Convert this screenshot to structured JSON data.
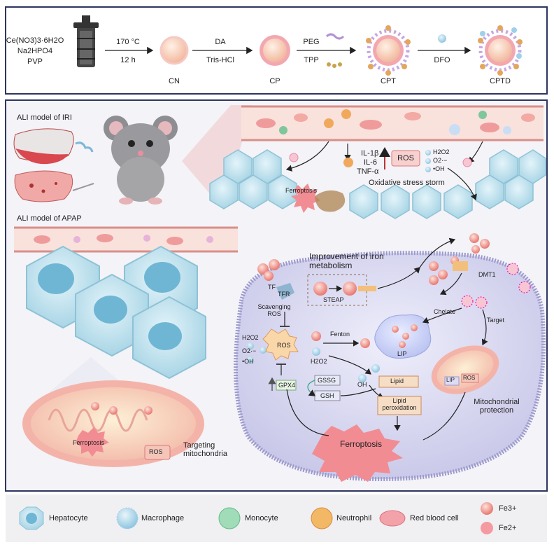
{
  "synthesis": {
    "reagents": [
      "Ce(NO3)3·6H2O",
      "Na2HPO4",
      "PVP"
    ],
    "step1_top": "170 °C",
    "step1_bottom": "12 h",
    "cn": "CN",
    "step2_top": "DA",
    "step2_bottom": "Tris-HCl",
    "cp": "CP",
    "step3_top": "PEG",
    "step3_bottom": "TPP",
    "cpt": "CPT",
    "step4_top": "DFO",
    "cptd": "CPTD"
  },
  "models": {
    "iri": "ALI model of IRI",
    "apap": "ALI model of APAP"
  },
  "storm": {
    "cytokines": [
      "IL-1β",
      "IL-6",
      "TNF-α"
    ],
    "ros": "ROS",
    "species": [
      "H2O2",
      "O2·−",
      "•OH"
    ],
    "caption": "Oxidative stress storm",
    "ferroptosis": "Ferroptosis"
  },
  "cell": {
    "iron_title": "Improvement of iron metabolism",
    "tf": "TF",
    "tfr": "TFR",
    "steap": "STEAP",
    "dmt1": "DMT1",
    "chelate": "Chelate",
    "target": "Target",
    "scavenging": "Scavenging ROS",
    "ros": "ROS",
    "h2o2_left": "H2O2",
    "o2_left": "O2·−",
    "oh_left": "•OH",
    "fenton": "Fenton",
    "h2o2_mid": "H2O2",
    "lip": "LIP",
    "gpx4": "GPX4",
    "gssg": "GSSG",
    "gsh": "GSH",
    "oh_mid": "OH",
    "lipid": "Lipid",
    "lipid_perox": "Lipid peroxidation",
    "ferroptosis": "Ferroptosis",
    "mito_lip": "LIP",
    "mito_ros": "ROS",
    "mito_protection": "Mitochondrial protection"
  },
  "mito_zoom": {
    "ferroptosis": "Ferroptosis",
    "ros": "ROS",
    "caption": "Targeting mitochondria"
  },
  "legend": {
    "hepatocyte": "Hepatocyte",
    "macrophage": "Macrophage",
    "monocyte": "Monocyte",
    "neutrophil": "Neutrophil",
    "rbc": "Red blood cell",
    "fe3": "Fe3+",
    "fe2": "Fe2+"
  },
  "colors": {
    "frame": "#2e3560",
    "vessel": "#f6d6d2",
    "hepatocyte": "#bfe2ef",
    "cell_body": "#d7d7ee",
    "ferroptosis": "#f07a84",
    "iron": "#ee8b83"
  }
}
